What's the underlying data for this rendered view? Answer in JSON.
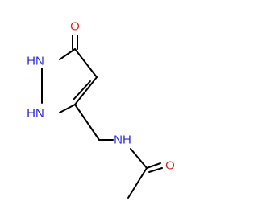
{
  "colors": {
    "carbon_bond": "#000000",
    "nitrogen": "#2a2adf",
    "oxygen": "#e0241f",
    "background": "#ffffff"
  },
  "molecule": {
    "atoms": {
      "o_ring": {
        "label": "O",
        "element": "oxygen"
      },
      "nh_top": {
        "label": "HN",
        "element": "nitrogen"
      },
      "nh_bottom": {
        "label": "HN",
        "element": "nitrogen"
      },
      "nh_amide": {
        "label": "NH",
        "element": "nitrogen"
      },
      "o_amide": {
        "label": "O",
        "element": "oxygen"
      }
    }
  }
}
